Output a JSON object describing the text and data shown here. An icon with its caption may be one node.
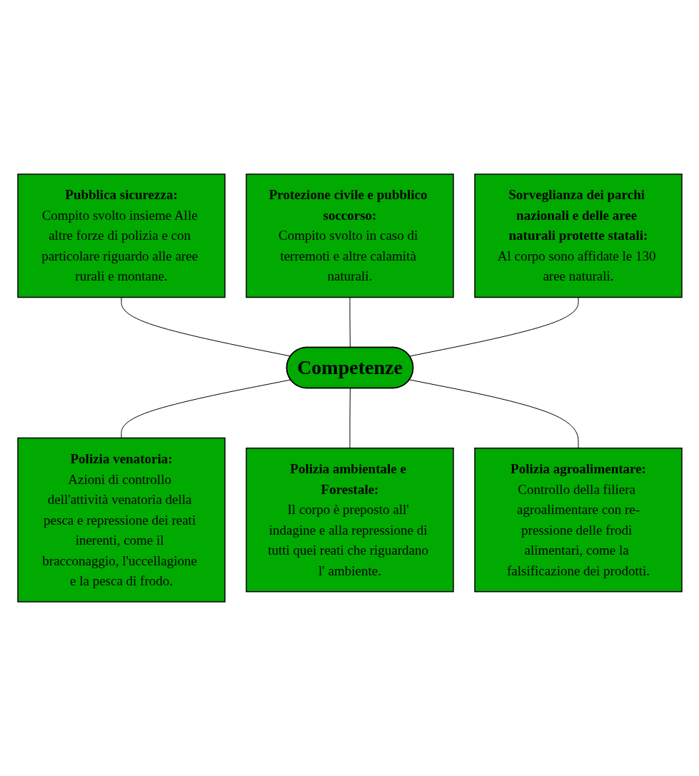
{
  "diagram": {
    "nodes": [
      {
        "text": [
          "Pubblica sicurezza:",
          "Compito svolto insieme Alle altre forze di polizia e con particolare riguardo alle aree rurali e montane."
        ]
      },
      {
        "text": [
          "Protezione civile e pubblico soccorso:",
          "Compito svolto in caso di terremoti e altre calamità naturali."
        ]
      },
      {
        "text": [
          "Sorveglianza dei parchi nazionali e delle aree naturali protette statali:",
          "Al corpo sono affidate le 130 aree naturali."
        ]
      },
      {
        "text": [
          "Competenze"
        ]
      },
      {
        "text": [
          "Polizia venatoria:",
          "Azioni di controllo dell'attività venatoria della pesca e repressione dei reati inerenti, come il bracconaggio, l'uccellagione e la pesca di frodo."
        ]
      },
      {
        "text": [
          "Polizia ambientale e Forestale:",
          "Il corpo è preposto all' indagine e alla repressione di tutti quei reati che riguardano l' ambiente."
        ]
      },
      {
        "text": [
          "Polizia agroalimentare:",
          "Controllo della filiera agroalimentare con re-pressione delle frodi alimentari, come la falsificazione dei prodotti."
        ]
      }
    ],
    "edges": [
      {
        "from": 0,
        "to": 3,
        "arrow": "none"
      },
      {
        "from": 1,
        "to": 3,
        "arrow": "none"
      },
      {
        "from": 2,
        "to": 3,
        "arrow": "none"
      },
      {
        "from": 3,
        "to": 4,
        "arrow": "none"
      },
      {
        "from": 3,
        "to": 5,
        "arrow": "none"
      },
      {
        "from": 3,
        "to": 6,
        "arrow": "none"
      }
    ]
  }
}
